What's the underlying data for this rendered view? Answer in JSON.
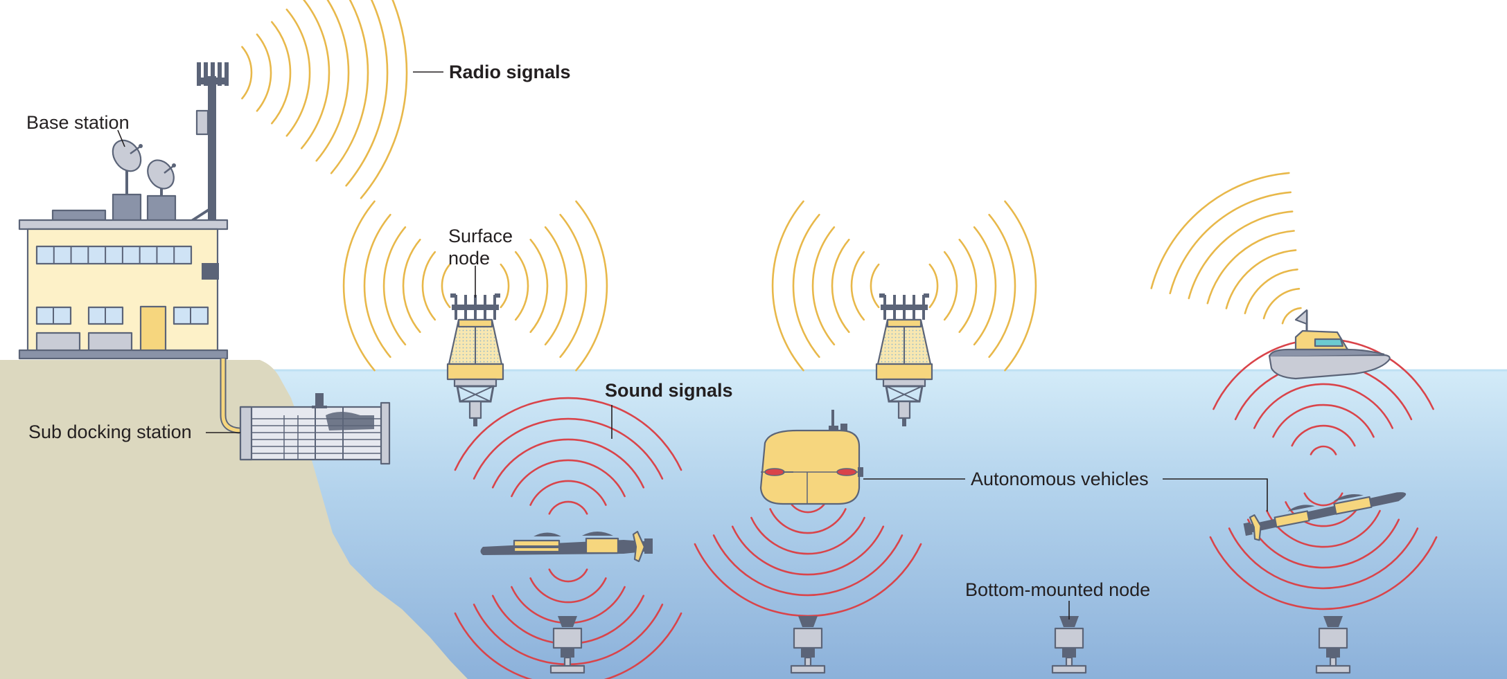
{
  "labels": {
    "base_station": "Base station",
    "radio_signals": "Radio signals",
    "surface_node_line1": "Surface",
    "surface_node_line2": "node",
    "sound_signals": "Sound signals",
    "sub_docking_station": "Sub docking station",
    "autonomous_vehicles": "Autonomous vehicles",
    "bottom_mounted_node": "Bottom-mounted node"
  },
  "colors": {
    "radio": "#e8b84a",
    "sound": "#d9444a",
    "sea_top": "#cfe8f6",
    "sea_bottom": "#8fb4dc",
    "land": "#dcd8bf",
    "yellow": "#f6d67e",
    "building": "#fdf1c8",
    "gray": "#5b6478",
    "light_gray": "#c9ccd6"
  }
}
